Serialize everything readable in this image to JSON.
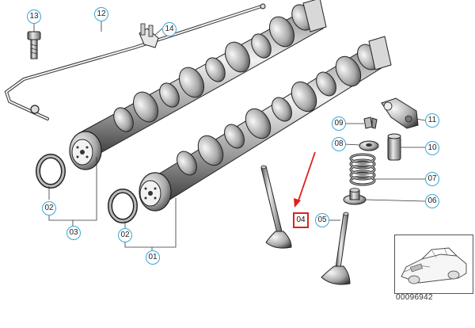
{
  "diagram_id": "00096942",
  "highlighted_part": "04",
  "accent_color": "#3aa7dc",
  "highlight_color": "#e0201c",
  "callouts": {
    "c01": "01",
    "c02a": "02",
    "c02b": "02",
    "c03": "03",
    "c04": "04",
    "c05": "05",
    "c06": "06",
    "c07": "07",
    "c08": "08",
    "c09": "09",
    "c10": "10",
    "c11": "11",
    "c12": "12",
    "c13": "13",
    "c14": "14"
  },
  "icons": [
    "arrow-pointer-icon",
    "car-thumbnail-icon"
  ]
}
